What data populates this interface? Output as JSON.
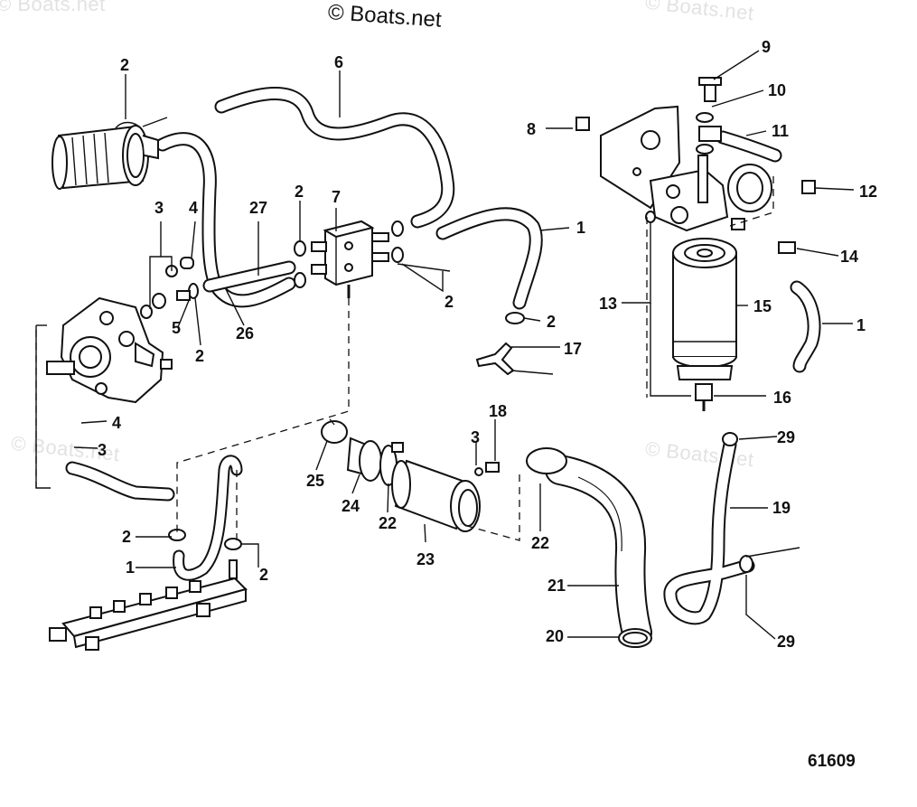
{
  "copyright": "© Boats.net",
  "watermarks": [
    "© Boats.net",
    "© Boats.net",
    "© Boats.net",
    "© Boats.net"
  ],
  "drawing_number": "61609",
  "callouts": [
    "2",
    "6",
    "9",
    "10",
    "11",
    "8",
    "12",
    "3",
    "4",
    "27",
    "2",
    "7",
    "1",
    "14",
    "13",
    "15",
    "5",
    "2",
    "26",
    "2",
    "2",
    "17",
    "1",
    "16",
    "4",
    "3",
    "29",
    "18",
    "3",
    "25",
    "24",
    "22",
    "23",
    "22",
    "19",
    "2",
    "1",
    "2",
    "21",
    "20",
    "29"
  ]
}
